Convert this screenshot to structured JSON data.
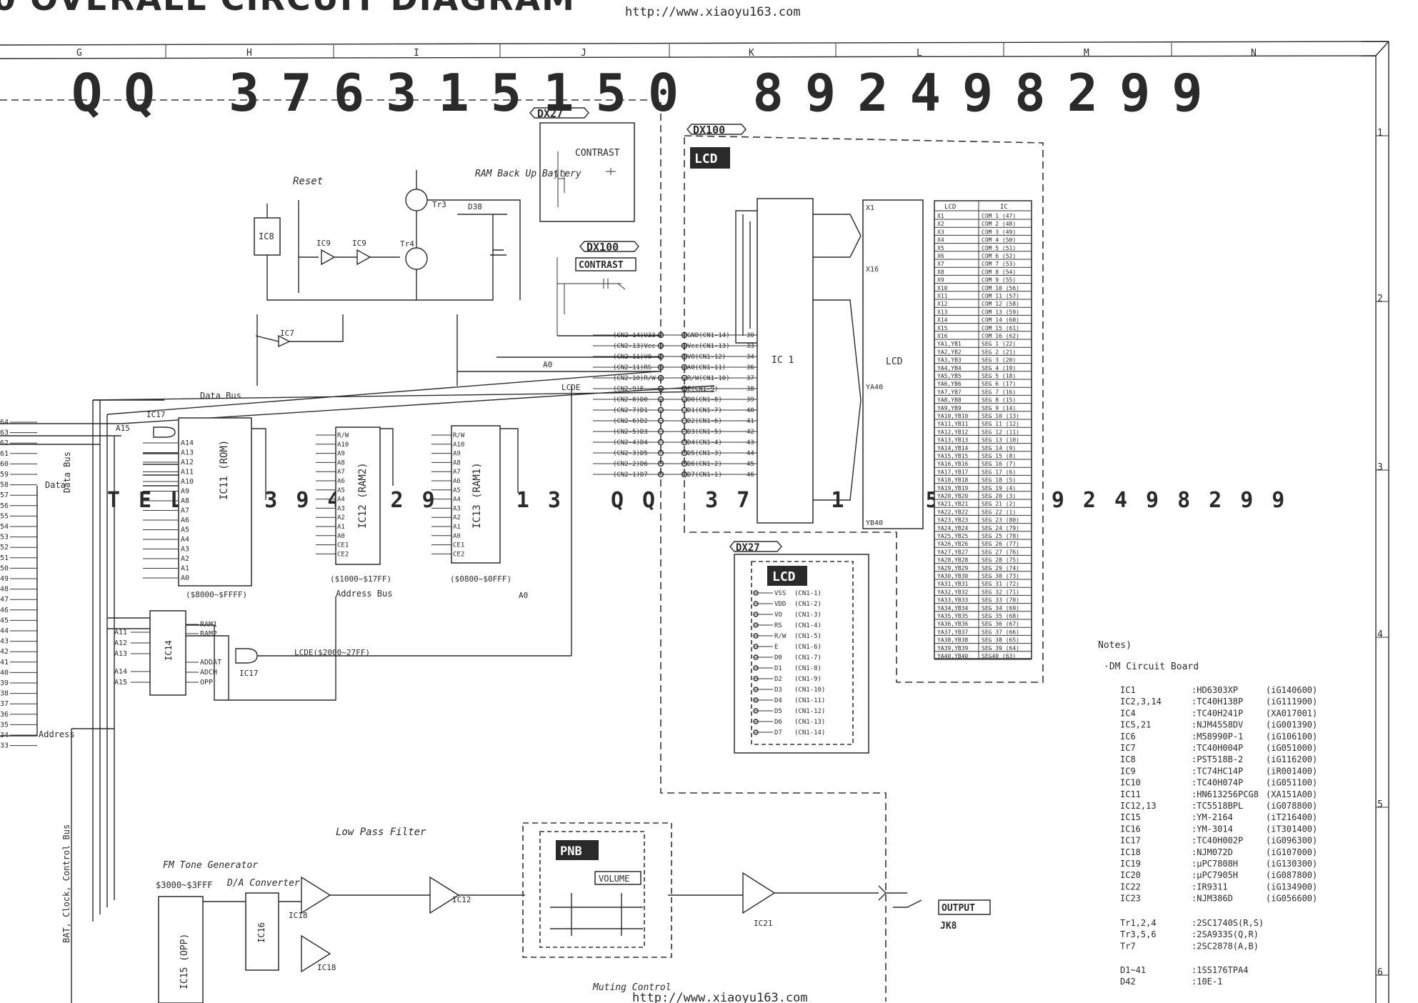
{
  "header": {
    "title": "0 OVERALL CIRCUIT DIAGRAM",
    "url_top": "http://www.xiaoyu163.com",
    "url_bottom": "http://www.xiaoyu163.com"
  },
  "watermark": {
    "top": "QQ 376315150   892498299",
    "mid": "TEL 13942296513   QQ 376315150   892498299"
  },
  "grid": {
    "columns": [
      "G",
      "H",
      "I",
      "J",
      "K",
      "L",
      "M",
      "N"
    ],
    "rows": [
      "1",
      "2",
      "3",
      "4",
      "5",
      "6"
    ]
  },
  "sections": {
    "dx27_contrast_tag": "DX27",
    "dx27_contrast_label": "CONTRAST",
    "dx100_contrast_tag": "DX100",
    "dx100_contrast_label": "CONTRAST",
    "dx100_lcd_tag": "DX100",
    "lcd_label": "LCD",
    "dx27_lcd_tag": "DX27",
    "dx27_lcd_label": "LCD",
    "reset_label": "Reset",
    "ram_backup_label": "RAM Back Up Battery",
    "data_bus_label": "Data Bus",
    "address_bus_label": "Address Bus",
    "data_bus_vert": "Data Bus",
    "address_label": "Address",
    "control_bus_label": "BAT, Clock, Control Bus",
    "low_pass_label": "Low Pass Filter",
    "fm_label": "FM Tone Generator",
    "fm_addr": "$3000~$3FFF",
    "da_label": "D/A Converter",
    "pnb_label": "PNB",
    "volume_label": "VOLUME",
    "output_label": "OUTPUT",
    "jk_label": "JK8",
    "muting_label": "Muting Control",
    "lcde_label": "LCDE($2000~27FF)",
    "lcde_short": "LCDE",
    "a0_label": "A0"
  },
  "chips": {
    "ic11": "IC11 (ROM)",
    "ic11_range": "($8000~$FFFF)",
    "ic12": "IC12 (RAM2)",
    "ic12_range": "($1000~$17FF)",
    "ic13": "IC13 (RAM1)",
    "ic13_range": "($0800~$0FFF)",
    "ic14": "IC14",
    "ic15": "IC15 (OPP)",
    "ic16": "IC16",
    "ic17": "IC17",
    "ic18": "IC18",
    "ic21": "IC21",
    "ic1": "IC 1",
    "ic8": "IC8",
    "ic9": "IC9",
    "ic7": "IC7",
    "ic12b": "IC12",
    "lcd_panel": "LCD"
  },
  "lcd_table": {
    "headers": [
      "LCD",
      "IC"
    ],
    "rows": [
      [
        "X1",
        "COM 1 (47)"
      ],
      [
        "X2",
        "COM 2 (48)"
      ],
      [
        "X3",
        "COM 3 (49)"
      ],
      [
        "X4",
        "COM 4 (50)"
      ],
      [
        "X5",
        "COM 5 (51)"
      ],
      [
        "X6",
        "COM 6 (52)"
      ],
      [
        "X7",
        "COM 7 (53)"
      ],
      [
        "X8",
        "COM 8 (54)"
      ],
      [
        "X9",
        "COM 9 (55)"
      ],
      [
        "X10",
        "COM 10 (56)"
      ],
      [
        "X11",
        "COM 11 (57)"
      ],
      [
        "X12",
        "COM 12 (58)"
      ],
      [
        "X13",
        "COM 13 (59)"
      ],
      [
        "X14",
        "COM 14 (60)"
      ],
      [
        "X15",
        "COM 15 (61)"
      ],
      [
        "X16",
        "COM 16 (62)"
      ],
      [
        "YA1,YB1",
        "SEG 1 (22)"
      ],
      [
        "YA2,YB2",
        "SEG 2 (21)"
      ],
      [
        "YA3,YB3",
        "SEG 3 (20)"
      ],
      [
        "YA4,YB4",
        "SEG 4 (19)"
      ],
      [
        "YA5,YB5",
        "SEG 5 (18)"
      ],
      [
        "YA6,YB6",
        "SEG 6 (17)"
      ],
      [
        "YA7,YB7",
        "SEG 7 (16)"
      ],
      [
        "YA8,YB8",
        "SEG 8 (15)"
      ],
      [
        "YA9,YB9",
        "SEG 9 (14)"
      ],
      [
        "YA10,YB10",
        "SEG 10 (13)"
      ],
      [
        "YA11,YB11",
        "SEG 11 (12)"
      ],
      [
        "YA12,YB12",
        "SEG 12 (11)"
      ],
      [
        "YA13,YB13",
        "SEG 13 (10)"
      ],
      [
        "YA14,YB14",
        "SEG 14 (9)"
      ],
      [
        "YA15,YB15",
        "SEG 15 (8)"
      ],
      [
        "YA16,YB16",
        "SEG 16 (7)"
      ],
      [
        "YA17,YB17",
        "SEG 17 (6)"
      ],
      [
        "YA18,YB18",
        "SEG 18 (5)"
      ],
      [
        "YA19,YB19",
        "SEG 19 (4)"
      ],
      [
        "YA20,YB20",
        "SEG 20 (3)"
      ],
      [
        "YA21,YB21",
        "SEG 21 (2)"
      ],
      [
        "YA22,YB22",
        "SEG 22 (1)"
      ],
      [
        "YA23,YB23",
        "SEG 23 (80)"
      ],
      [
        "YA24,YB24",
        "SEG 24 (79)"
      ],
      [
        "YA25,YB25",
        "SEG 25 (78)"
      ],
      [
        "YA26,YB26",
        "SEG 26 (77)"
      ],
      [
        "YA27,YB27",
        "SEG 27 (76)"
      ],
      [
        "YA28,YB28",
        "SEG 28 (75)"
      ],
      [
        "YA29,YB29",
        "SEG 29 (74)"
      ],
      [
        "YA30,YB30",
        "SEG 30 (73)"
      ],
      [
        "YA31,YB31",
        "SEG 31 (72)"
      ],
      [
        "YA32,YB32",
        "SEG 32 (71)"
      ],
      [
        "YA33,YB33",
        "SEG 33 (70)"
      ],
      [
        "YA34,YB34",
        "SEG 34 (69)"
      ],
      [
        "YA35,YB35",
        "SEG 35 (68)"
      ],
      [
        "YA36,YB36",
        "SEG 36 (67)"
      ],
      [
        "YA37,YB37",
        "SEG 37 (66)"
      ],
      [
        "YA38,YB38",
        "SEG 38 (65)"
      ],
      [
        "YA39,YB39",
        "SEG 39 (64)"
      ],
      [
        "YA40,YB40",
        "SEG40 (63)"
      ]
    ]
  },
  "notes": {
    "title": "Notes)",
    "subtitle": "·DM Circuit Board",
    "parts": [
      [
        "IC1",
        ":HD6303XP",
        "(iG140600)"
      ],
      [
        "IC2,3,14",
        ":TC40H138P",
        "(iG111900)"
      ],
      [
        "IC4",
        ":TC40H241P",
        "(XA017001)"
      ],
      [
        "IC5,21",
        ":NJM4558DV",
        "(iG001390)"
      ],
      [
        "IC6",
        ":M58990P-1",
        "(iG106100)"
      ],
      [
        "IC7",
        ":TC40H004P",
        "(iG051000)"
      ],
      [
        "IC8",
        ":PST518B-2",
        "(iG116200)"
      ],
      [
        "IC9",
        ":TC74HC14P",
        "(iR001400)"
      ],
      [
        "IC10",
        ":TC40H074P",
        "(iG051100)"
      ],
      [
        "IC11",
        ":HN613256PCG8",
        "(XA151A00)"
      ],
      [
        "IC12,13",
        ":TC5518BPL",
        "(iG078800)"
      ],
      [
        "IC15",
        ":YM-2164",
        "(iT216400)"
      ],
      [
        "IC16",
        ":YM-3014",
        "(iT301400)"
      ],
      [
        "IC17",
        ":TC40H002P",
        "(iG096300)"
      ],
      [
        "IC18",
        ":NJM072D",
        "(iG107000)"
      ],
      [
        "IC19",
        ":μPC7808H",
        "(iG130300)"
      ],
      [
        "IC20",
        ":μPC7905H",
        "(iG087800)"
      ],
      [
        "IC22",
        ":IR9311",
        "(iG134900)"
      ],
      [
        "IC23",
        ":NJM386D",
        "(iG056600)"
      ]
    ],
    "transistors": [
      [
        "Tr1,2,4",
        ":2SC1740S(R,S)"
      ],
      [
        "Tr3,5,6",
        ":2SA933S(Q,R)"
      ],
      [
        "Tr7",
        ":2SC2878(A,B)"
      ]
    ],
    "diodes": [
      [
        "D1~41",
        ":1SS176TPA4"
      ],
      [
        "D42",
        ":10E-1"
      ]
    ]
  },
  "pins": {
    "ic1_left": [
      [
        "(CN2-14)V33",
        "GND(CN1-14)",
        "30"
      ],
      [
        "(CN2-13)Vcc",
        "Vcc(CN1-13)",
        "33"
      ],
      [
        "(CN2-11)V0",
        "VO(CN1-12)",
        "34"
      ],
      [
        "(CN2-11)RS",
        "A0(CN1-11)",
        "36"
      ],
      [
        "(CN2-10)R/W",
        "R/W(CN1-10)",
        "37"
      ],
      [
        "(CN2-9)E",
        "E(CN1-9)",
        "38"
      ],
      [
        "(CN2-8)D0",
        "D0(CN1-8)",
        "39"
      ],
      [
        "(CN2-7)D1",
        "D1(CN1-7)",
        "40"
      ],
      [
        "(CN2-6)D2",
        "D2(CN1-6)",
        "41"
      ],
      [
        "(CN2-5)D3",
        "D3(CN1-5)",
        "42"
      ],
      [
        "(CN2-4)D4",
        "D4(CN1-4)",
        "43"
      ],
      [
        "(CN2-3)D5",
        "D5(CN1-3)",
        "44"
      ],
      [
        "(CN2-2)D6",
        "D6(CN1-2)",
        "45"
      ],
      [
        "(CN2-1)D7",
        "D7(CN1-1)",
        "46"
      ]
    ],
    "dx27_lcd": [
      [
        "VSS",
        "(CN1-1)"
      ],
      [
        "VDD",
        "(CN1-2)"
      ],
      [
        "VO",
        "(CN1-3)"
      ],
      [
        "RS",
        "(CN1-4)"
      ],
      [
        "R/W",
        "(CN1-5)"
      ],
      [
        "E",
        "(CN1-6)"
      ],
      [
        "D0",
        "(CN1-7)"
      ],
      [
        "D1",
        "(CN1-8)"
      ],
      [
        "D2",
        "(CN1-9)"
      ],
      [
        "D3",
        "(CN1-10)"
      ],
      [
        "D4",
        "(CN1-11)"
      ],
      [
        "D5",
        "(CN1-12)"
      ],
      [
        "D6",
        "(CN1-13)"
      ],
      [
        "D7",
        "(CN1-14)"
      ]
    ],
    "ic14_out": [
      "RAM1",
      "RAM2",
      "ADDAT",
      "ADCH",
      "OPP"
    ],
    "ic14_in": [
      "A11",
      "A12",
      "A13",
      "A14",
      "A15"
    ],
    "rom_addr": [
      "A14",
      "A13",
      "A12",
      "A11",
      "A10",
      "A9",
      "A8",
      "A7",
      "A6",
      "A5",
      "A4",
      "A3",
      "A2",
      "A1",
      "A0"
    ],
    "ram_addr": [
      "R/W",
      "A10",
      "A9",
      "A8",
      "A7",
      "A6",
      "A5",
      "A4",
      "A3",
      "A2",
      "A1",
      "A0",
      "CE1",
      "CE2"
    ],
    "bus_nums": [
      "64",
      "63",
      "62",
      "61",
      "60",
      "59",
      "58",
      "57",
      "56",
      "55",
      "54",
      "53",
      "52",
      "51",
      "50",
      "49",
      "48",
      "47",
      "46",
      "45",
      "44",
      "43",
      "42",
      "41",
      "40",
      "39",
      "38",
      "37",
      "36",
      "35",
      "34",
      "33"
    ]
  }
}
